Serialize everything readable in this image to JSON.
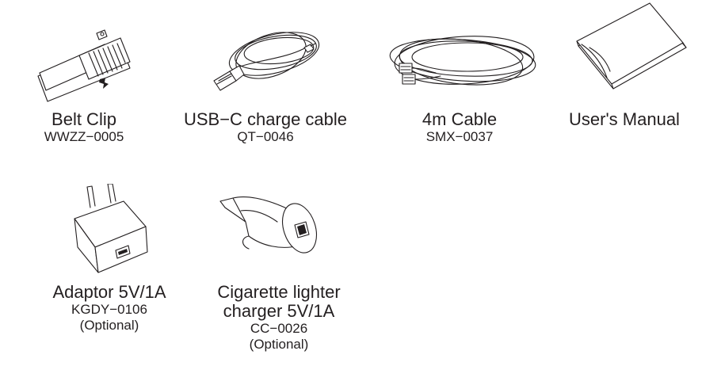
{
  "items": [
    {
      "name": "Belt Clip",
      "code": "WWZZ−0005",
      "icon": "belt-clip"
    },
    {
      "name": "USB−C charge cable",
      "code": "QT−0046",
      "icon": "usb-c-cable"
    },
    {
      "name": "4m Cable",
      "code": "SMX−0037",
      "icon": "coiled-cable"
    },
    {
      "name": "User's Manual",
      "code": "",
      "icon": "manual-booklet"
    },
    {
      "name": "Adaptor 5V/1A",
      "code": "KGDY−0106",
      "note": "(Optional)",
      "icon": "wall-adaptor"
    },
    {
      "name_line1": "Cigarette lighter",
      "name_line2": "charger 5V/1A",
      "code": "CC−0026",
      "note": "(Optional)",
      "icon": "car-charger"
    }
  ]
}
